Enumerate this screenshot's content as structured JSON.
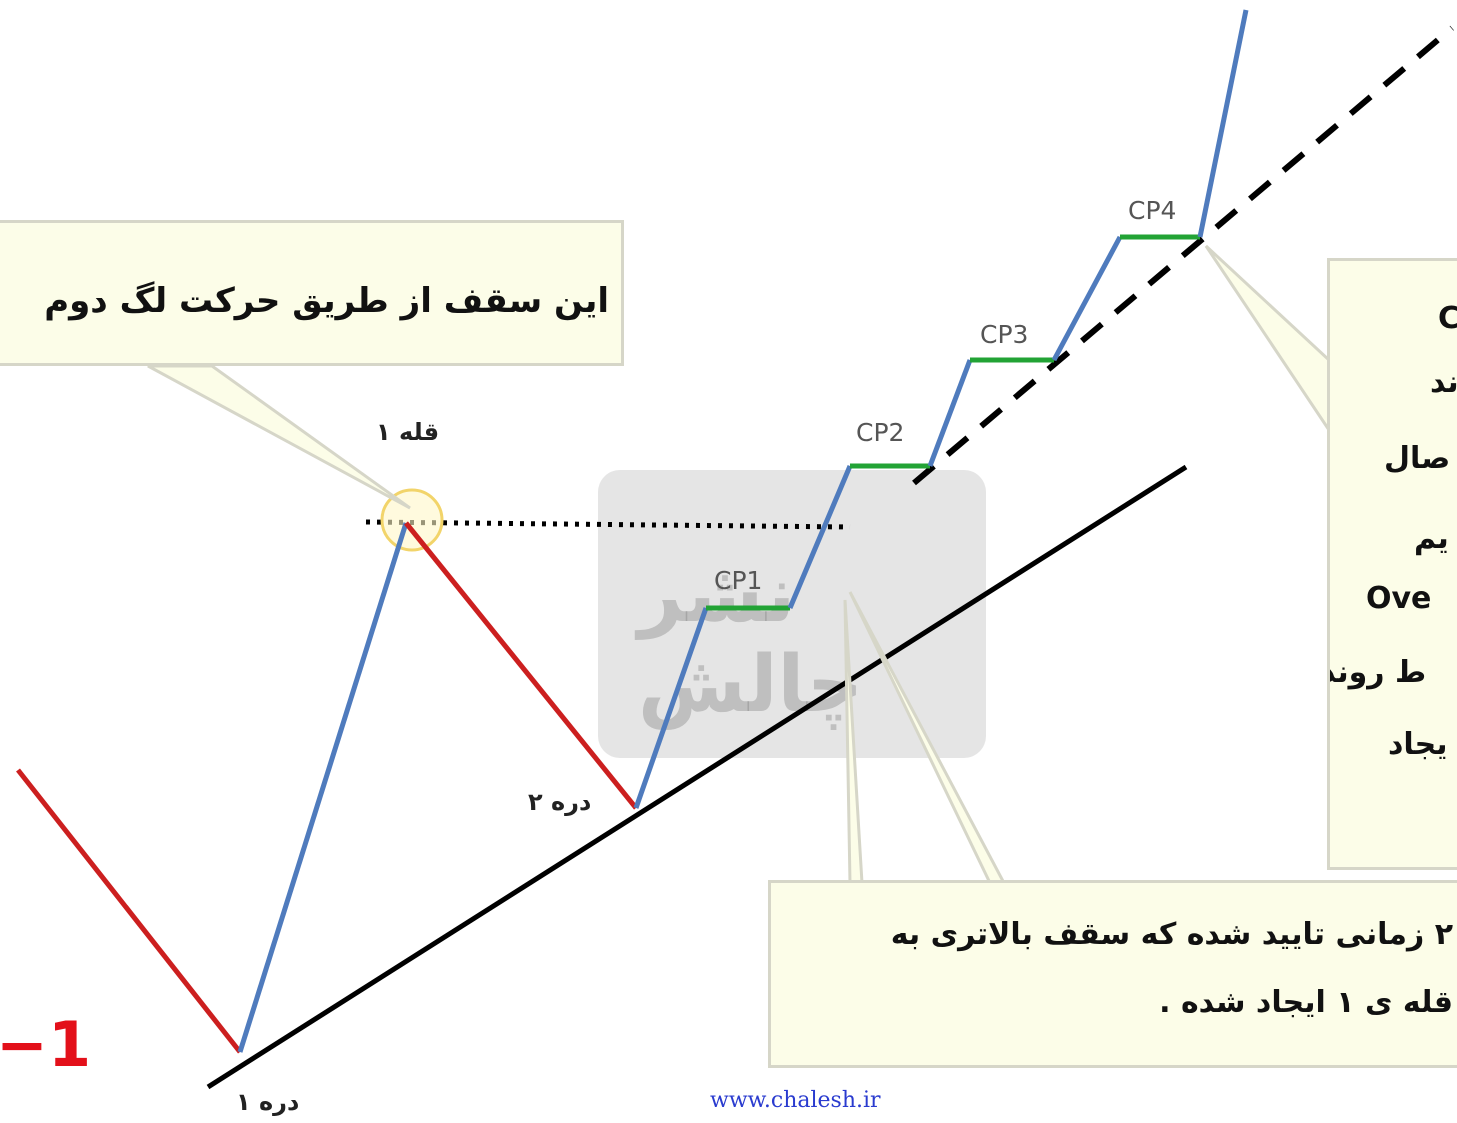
{
  "callouts": {
    "top": "این سقف از طریق حرکت لگ دوم",
    "right": [
      "C",
      "ند",
      "صال",
      "یم",
      "Ove",
      "ط روند",
      "یجاد"
    ],
    "bottom": [
      "۲ زمانی تایید شده که سقف بالاتری به",
      "قله ی ۱ ایجاد شده ."
    ]
  },
  "labels": {
    "peak1": "قله ۱",
    "valley1": "دره ۱",
    "valley2": "دره ۲",
    "cp1": "CP1",
    "cp2": "CP2",
    "cp3": "CP3",
    "cp4": "CP4"
  },
  "watermark_text": "نشر چالش",
  "url": "www.chalesh.ir",
  "figure_number": "−1",
  "colors": {
    "up_leg": "#4f7bbd",
    "down_leg": "#cc1f1f",
    "consolidation": "#22a335",
    "trendline": "#000000",
    "callout_bg": "#fcfde8",
    "figure_number": "#e3101a"
  }
}
